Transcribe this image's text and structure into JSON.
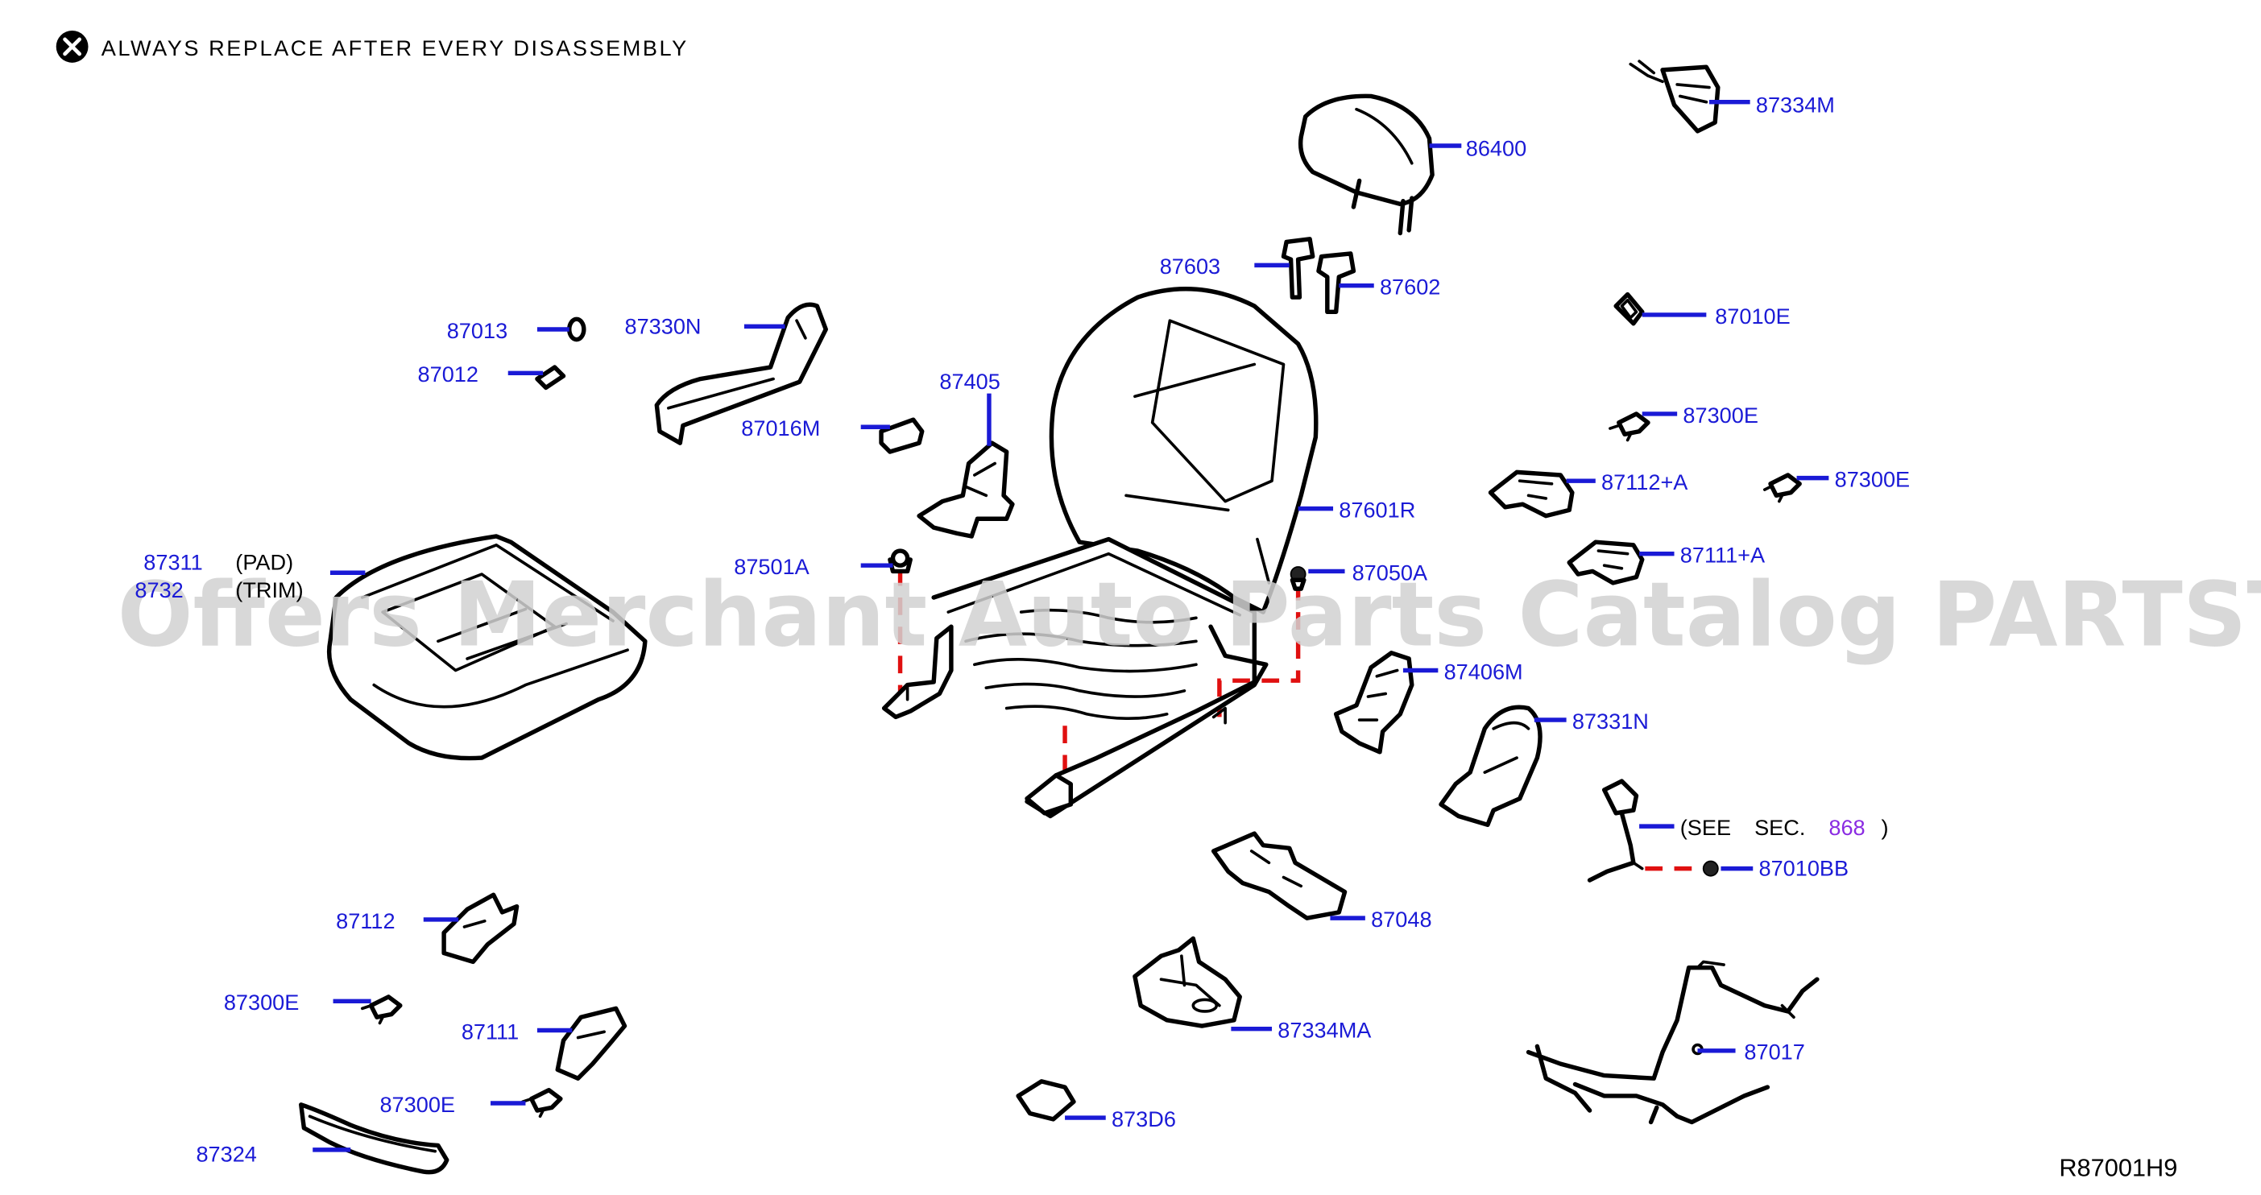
{
  "notice": {
    "text": "ALWAYS REPLACE AFTER EVERY DISASSEMBLY"
  },
  "watermark": "Offers Merchant Auto Parts Catalog PARTSTORE.SA",
  "diagram_code": "R87001H9",
  "callouts": {
    "p87334M": "87334M",
    "p86400": "86400",
    "p87603": "87603",
    "p87602": "87602",
    "p87010E": "87010E",
    "p87013": "87013",
    "p87330N": "87330N",
    "p87012": "87012",
    "p87405": "87405",
    "p87016M": "87016M",
    "p87300E_a": "87300E",
    "p87112A": "87112+A",
    "p87300E_b": "87300E",
    "p87601R": "87601R",
    "p87111A": "87111+A",
    "p87311": "87311",
    "pad": "(PAD)",
    "p87320_partial": "8732",
    "trim": "(TRIM)",
    "p87501A": "87501A",
    "p87050A": "87050A",
    "p87406M": "87406M",
    "p87331N": "87331N",
    "see": "(SEE",
    "sec": "SEC.",
    "sec_num": "868",
    "paren_close": ")",
    "p87010BB": "87010BB",
    "p87048": "87048",
    "p87112": "87112",
    "p87300E_c": "87300E",
    "p87334MA": "87334MA",
    "p87111": "87111",
    "p87017": "87017",
    "p87300E_d": "87300E",
    "p873D6": "873D6",
    "p87324": "87324"
  },
  "colors": {
    "callout_text": "#1a1ad6",
    "leader_line": "#1a1ad6",
    "dashed_line": "#e01010",
    "section_ref": "#8a2be2",
    "linework": "#000000",
    "watermark": "#d2d2d2"
  },
  "icons": {
    "notice": "x-circle-icon"
  }
}
